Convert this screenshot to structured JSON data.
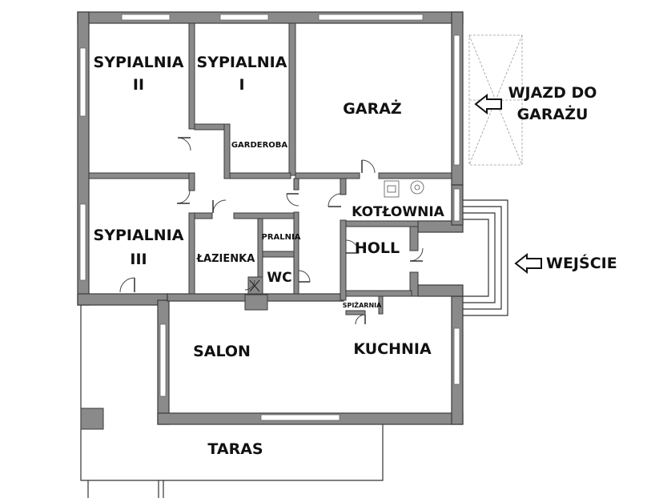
{
  "floor_plan": {
    "rooms": {
      "sypialnia_2": {
        "line1": "SYPIALNIA",
        "line2": "II"
      },
      "sypialnia_1": {
        "line1": "SYPIALNIA",
        "line2": "I"
      },
      "garaz": "GARAŻ",
      "garderoba": "GARDEROBA",
      "sypialnia_3": {
        "line1": "SYPIALNIA",
        "line2": "III"
      },
      "kotlownia": "KOTŁOWNIA",
      "pralnia": "PRALNIA",
      "lazienka": "ŁAZIENKA",
      "wc": "WC",
      "holl": "HOLL",
      "spizarnia": "SPIŻARNIA",
      "salon": "SALON",
      "kuchnia": "KUCHNIA",
      "taras": "TARAS"
    },
    "annotations": {
      "garage_entry": {
        "line1": "WJAZD DO",
        "line2": "GARAŻU"
      },
      "entrance": "WEJŚCIE"
    }
  }
}
